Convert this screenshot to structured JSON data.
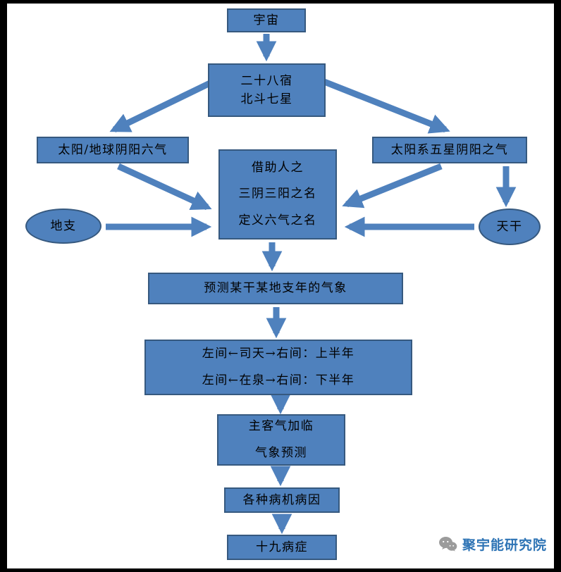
{
  "colors": {
    "background": "#ffffff",
    "frame": "#000000",
    "box_fill": "#4f81bd",
    "box_border": "#36597f",
    "box_text": "#000000",
    "arrow": "#4f81bd",
    "brand_text": "#2e74b5",
    "wechat_icon_gray": "#9b9b9b"
  },
  "nodes": {
    "universe": {
      "line1": "宇宙"
    },
    "stars": {
      "line1": "二十八宿",
      "line2": "北斗七星"
    },
    "left_qi": {
      "line1": "太阳/地球阴阳六气"
    },
    "right_qi": {
      "line1": "太阳系五星阴阳之气"
    },
    "center": {
      "line1": "借助人之",
      "line2": "三阴三阳之名",
      "line3": "定义六气之名"
    },
    "dizhi": {
      "line1": "地支"
    },
    "tiangan": {
      "line1": "天干"
    },
    "predict": {
      "line1": "预测某干某地支年的气象"
    },
    "jian": {
      "line1": "左间←司天→右间：上半年",
      "line2": "左间←在泉→右间：下半年"
    },
    "zhuke": {
      "line1": "主客气加临",
      "line2": "气象预测"
    },
    "bingji": {
      "line1": "各种病机病因"
    },
    "shijiu": {
      "line1": "十九病症"
    }
  },
  "footer": {
    "brand": "聚宇能研究院"
  }
}
